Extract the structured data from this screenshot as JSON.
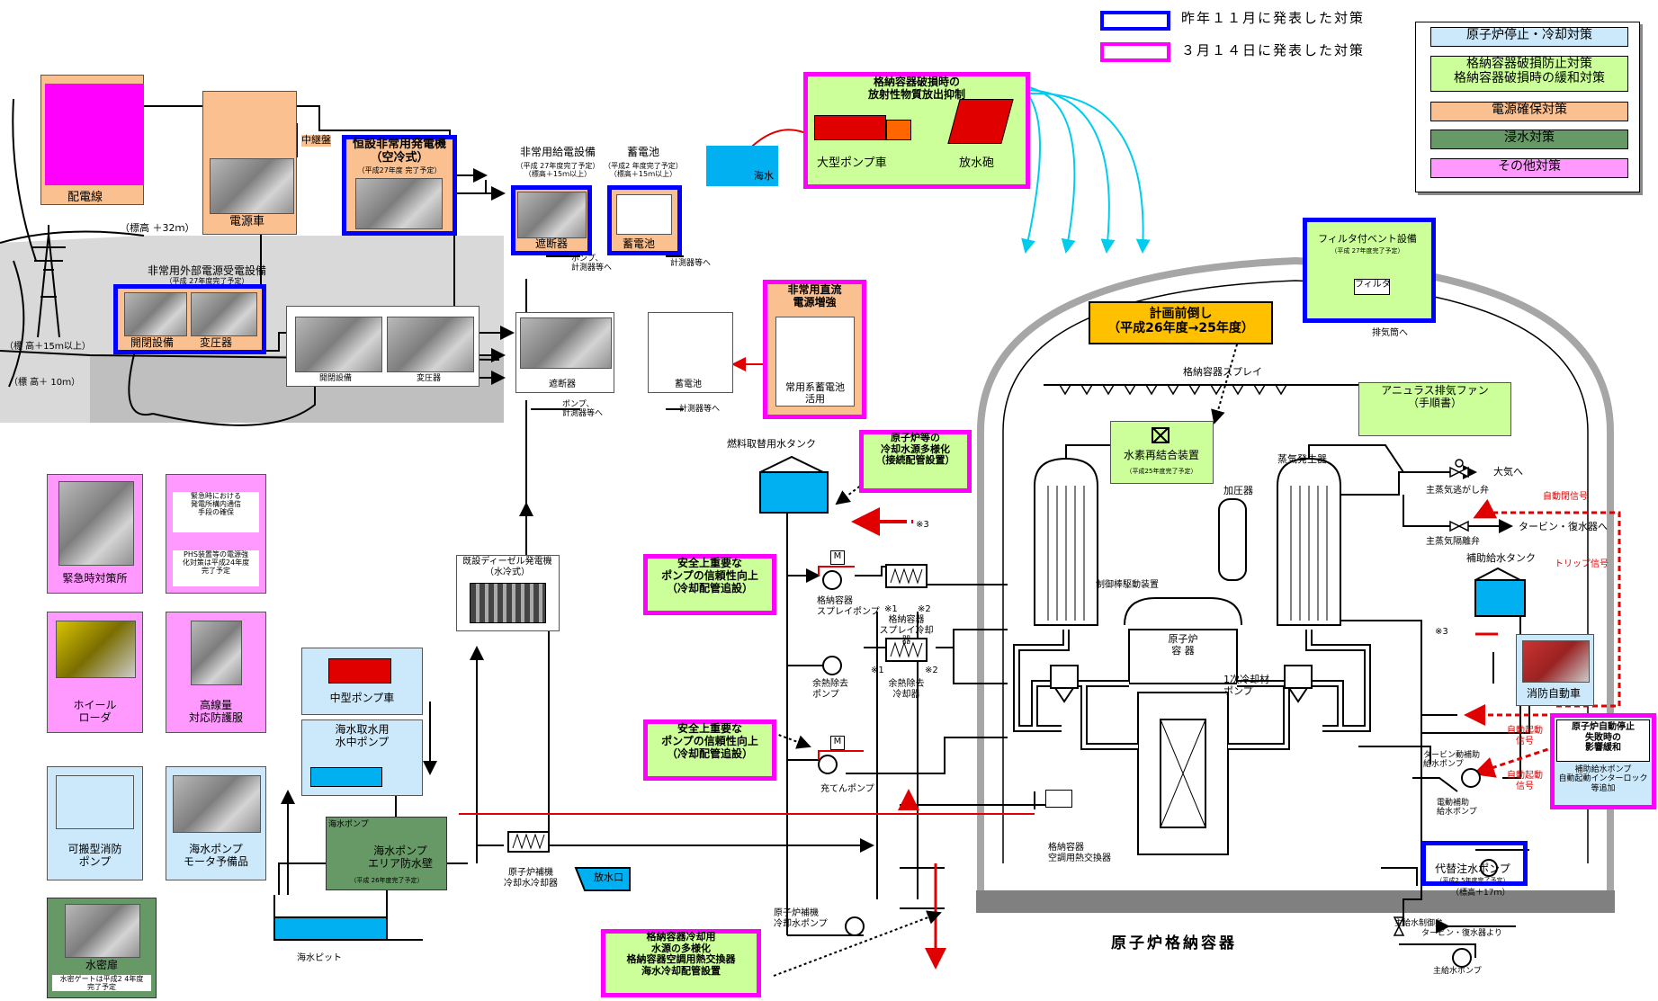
{
  "legend": {
    "nov_label": "昨年１１月に発表した対策",
    "mar_label": "３月１４日に発表した対策",
    "categories": [
      {
        "label": "原子炉停止・冷却対策",
        "color": "#cce9fb"
      },
      {
        "label": "格納容器破損防止対策\n格納容器破損時の緩和対策",
        "color": "#ccff99"
      },
      {
        "label": "電源確保対策",
        "color": "#fac090"
      },
      {
        "label": "浸水対策",
        "color": "#669966"
      },
      {
        "label": "その他対策",
        "color": "#ff99ff"
      }
    ]
  },
  "power": {
    "distribution_line": "配電線",
    "power_truck": "電源車",
    "relay_panel": "中継盤",
    "elev_32": "（標高 ＋32ｍ）",
    "emergency_gen": "恒設非常用発電機\n（空冷式）",
    "emergency_gen_note": "（平成27年度 完了予定）",
    "emergency_feed": "非常用給電設備",
    "emergency_feed_note": "（平成 27年度完了予定）\n（標高＋15ｍ以上）",
    "battery": "蓄電池",
    "battery_note": "（平成2 年度完了予定）\n（標高＋15ｍ以上）",
    "breaker": "遮断器",
    "pump_meters": "ポンプ、\n計測器等へ",
    "meters": "計測器等へ",
    "ext_receiving": "非常用外部電源受電設備",
    "ext_receiving_note": "（平成 27年度完了予定）",
    "switchgear": "開閉設備",
    "transformer": "変圧器",
    "elev_15": "（標 高＋15ｍ以上）",
    "elev_10": "（標 高＋ 10ｍ）",
    "dc_power": "非常用直流\n電源増強",
    "dc_battery": "常用系蓄電池\n活用",
    "diesel": "既設ディーゼル発電機\n（水冷式）"
  },
  "release": {
    "title": "格納容器破損時の\n放射性物質放出抑制",
    "truck": "大型ポンプ車",
    "cannon": "放水砲",
    "sea": "海水"
  },
  "containment": {
    "label": "原子炉格納容器",
    "advance": "計画前倒し\n（平成26年度→25年度）",
    "spray": "格納容器スプレイ",
    "h2": "水素再結合装置",
    "h2_note": "（平成25年度完了予定）",
    "sg": "蒸気発生器",
    "pressurizer": "加圧器",
    "crdm": "制御棒駆動装置",
    "reactor": "原子炉\n容 器",
    "rcp": "1次冷却材\nポンプ",
    "ac_hx": "格納容器\n空調用熱交換器",
    "filter_vent": "フィルタ付ベント設備",
    "filter_note": "（平成 27年度完了予定）",
    "filter": "フィルタ",
    "stack": "排気筒へ",
    "annulus": "アニュラス排気ファン\n（手順書）"
  },
  "cooling": {
    "fuel_tank": "燃料取替用水タンク",
    "diversify": "原子炉等の\n冷却水源多様化\n（接続配管設置）",
    "reliability": "安全上重要な\nポンプの信頼性向上\n（冷却配管追設）",
    "ct_spray_pump": "格納容器\nスプレイポンプ",
    "ct_spray_cooler": "格納容器\nスプレイ冷却器",
    "rhr_pump": "余熱除去\nポンプ",
    "rhr_cooler": "余熱除去\n冷却器",
    "charging_pump": "充てんポンプ",
    "ccw_cooler": "原子炉補機\n冷却水冷却器",
    "ccw_pump": "原子炉補機\n冷却水ポンプ",
    "ct_cooling": "格納容器冷却用\n水源の多様化\n格納容器空調用熱交換器\n海水冷却配管設置",
    "outlet": "放水口",
    "note1": "※1",
    "note2": "※2",
    "note3": "※3",
    "m": "M"
  },
  "sea_side": {
    "mid_truck": "中型ポンプ車",
    "submersible": "海水取水用\n水中ポンプ",
    "sw_pump": "海水ポンプ",
    "sw_wall": "海水ポンプ\nエリア防水壁",
    "sw_wall_note": "（平成 26年度完了予定）",
    "pit": "海水ピット"
  },
  "secondary": {
    "to_air": "大気へ",
    "relief": "主蒸気逃がし弁",
    "auto_close": "自動閉信号",
    "turbine_cond": "タービン・復水器へ",
    "isolation": "主蒸気隔離弁",
    "trip": "トリップ信号",
    "aux_tank": "補助給水タンク",
    "fire_truck": "消防自動車",
    "atws": "原子炉自動停止\n失敗時の\n影響緩和",
    "atws_note": "補助給水ポンプ\n自動起動インターロック\n等追加",
    "auto_start": "自動起動\n信号",
    "td_pump": "タービン動補助\n給水ポンプ",
    "md_pump": "電動補助\n給水ポンプ",
    "alt_pump": "代替注水ポンプ",
    "alt_pump_note": "（平成2 5年度完了予定）",
    "elev_17": "（標高＋17ｍ）",
    "fw_valve": "主給水制御弁",
    "from_turbine": "タービン・復水器より",
    "fw_pump": "主給水ポンプ"
  },
  "left_panel": {
    "center": "緊急時対策所",
    "comms": "緊急時における\n発電所構内通信\n手段の確保",
    "comms_note": "PHS装置等の電源強\n化対策は平成24年度\n完了予定",
    "loader": "ホイール\nローダ",
    "suit": "高線量\n対応防護服",
    "portable_pump": "可搬型消防\nポンプ",
    "motor_spare": "海水ポンプ\nモータ予備品",
    "door": "水密扉",
    "door_note": "水密ゲートは平成2 4年度\n完了予定"
  }
}
